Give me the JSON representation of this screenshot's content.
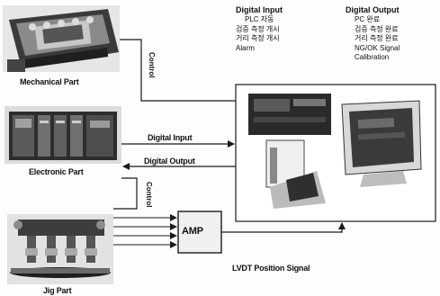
{
  "labels": {
    "mechanical": "Mechanical Part",
    "electronic": "Electronic Part",
    "jig": "Jig Part",
    "control_top": "Control",
    "control_bottom": "Control",
    "digital_input": "Digital Input",
    "digital_output": "Digital Output",
    "amp": "AMP",
    "lvdt": "LVDT Position Signal"
  },
  "digital_input_list": {
    "title": "Digital Input",
    "items": [
      "PLC 자동",
      "검증 측정 개시",
      "거리 측정 개시",
      "Alarm"
    ]
  },
  "digital_output_list": {
    "title": "Digital Output",
    "items": [
      "PC 완료",
      "검증 측정 완료",
      "거리 측정 완료",
      "NG/OK Signal",
      "Calibration"
    ]
  },
  "colors": {
    "line": "#1a1a1a",
    "photo_dark": "#2b2b2b",
    "photo_mid": "#777777",
    "photo_light": "#cfcfcf"
  }
}
